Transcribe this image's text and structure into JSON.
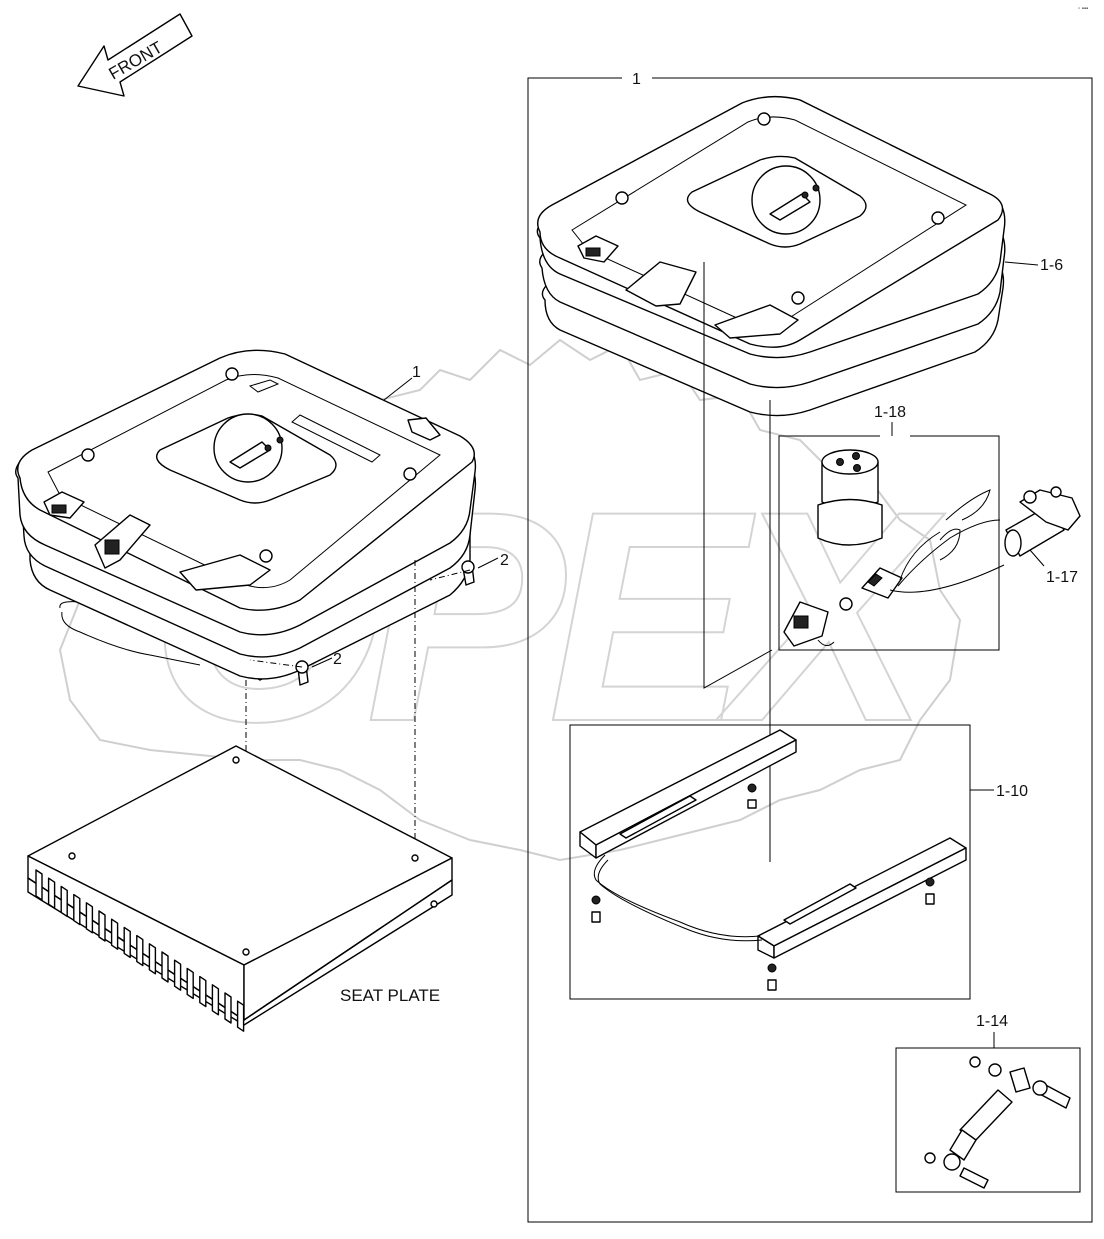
{
  "orientation": {
    "front_label": "FRONT"
  },
  "labels": {
    "assembly": "1",
    "seat": "1",
    "bolt_a": "2",
    "bolt_b": "2",
    "cushion": "1-6",
    "switch_group": "1-18",
    "compressor": "1-17",
    "slide_rail": "1-10",
    "damper": "1-14",
    "seat_plate": "SEAT PLATE"
  },
  "watermark": {
    "text": "OPEX"
  },
  "icons": {
    "front_arrow": "arrow-left-icon",
    "knob": "knob-icon",
    "switch": "switch-icon"
  }
}
